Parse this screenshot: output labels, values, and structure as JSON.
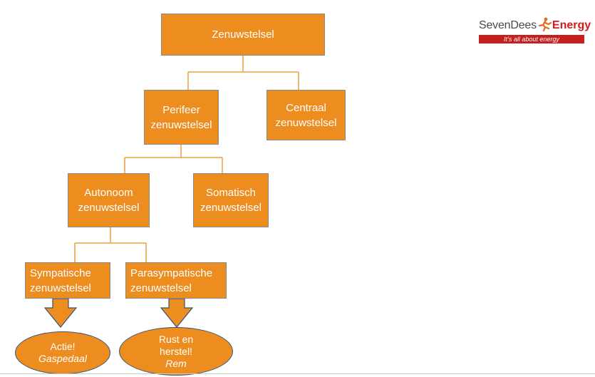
{
  "diagram": {
    "root": "Zenuwstelsel",
    "perifeer": [
      "Perifeer",
      "zenuwstelsel"
    ],
    "centraal": [
      "Centraal",
      "zenuwstelsel"
    ],
    "autonoom": [
      "Autonoom",
      "zenuwstelsel"
    ],
    "somatisch": [
      "Somatisch",
      "zenuwstelsel"
    ],
    "sympatische": [
      "Sympatische",
      "zenuwstelsel"
    ],
    "parasympatische": [
      "Parasympatische",
      "zenuwstelsel"
    ],
    "actie": [
      "Actie!",
      "Gaspedaal"
    ],
    "rust": [
      "Rust en",
      "herstel!",
      "Rem"
    ]
  },
  "logo": {
    "brand_part1": "SevenDees",
    "brand_part2": "Energy",
    "tagline": "It’s all about energy"
  },
  "colors": {
    "box_fill": "#ee8d1f",
    "connector": "#ee8d1f",
    "arrow_fill": "#ee8d1f",
    "ellipse_border": "#34557a",
    "logo_red": "#c81e1e"
  }
}
